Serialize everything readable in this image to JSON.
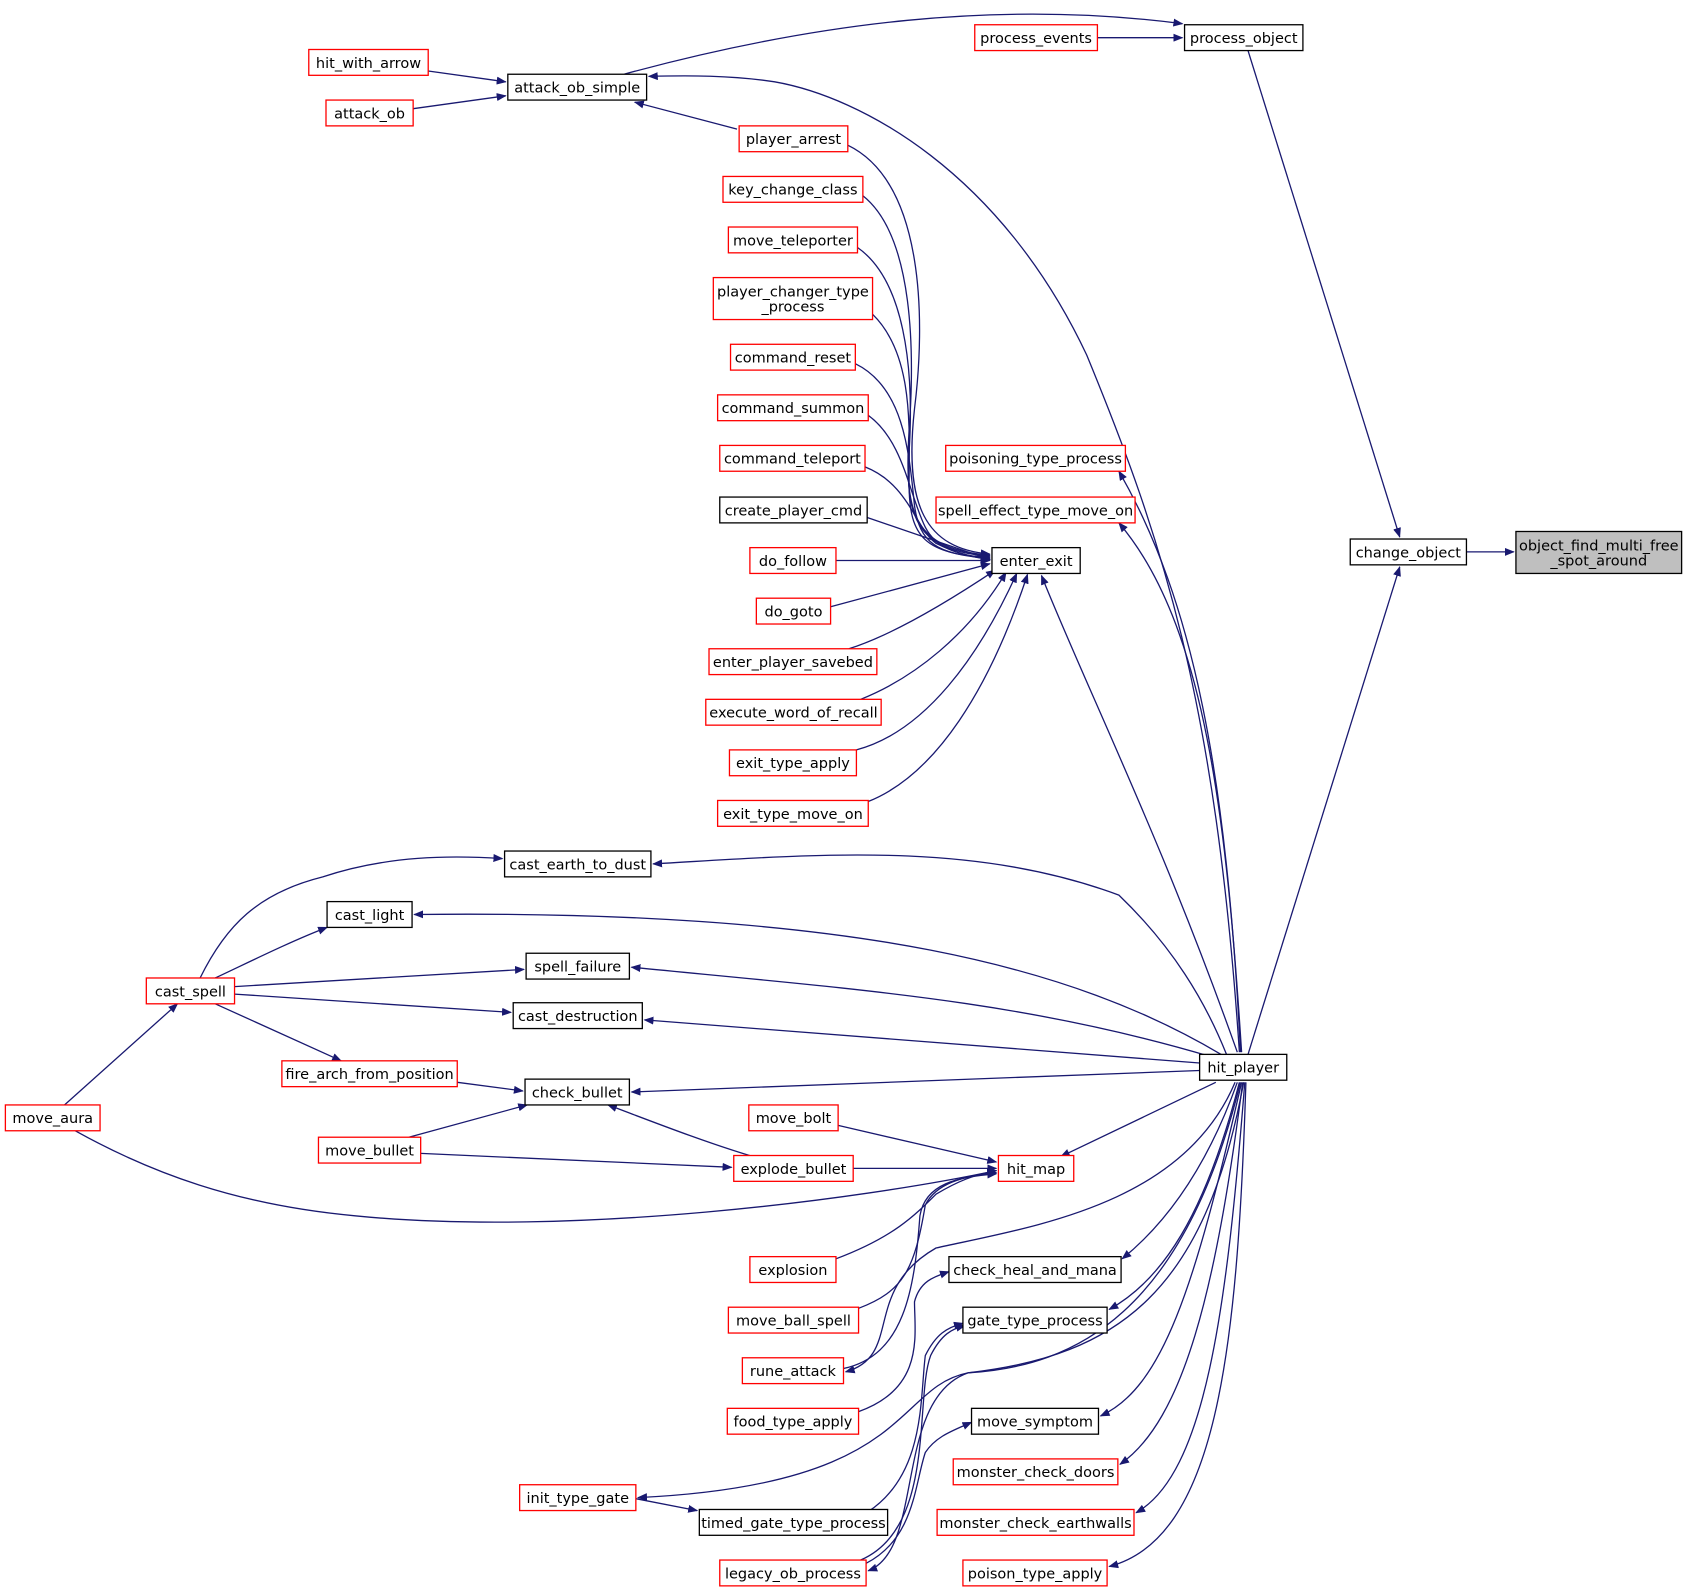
{
  "colors": {
    "edge": "#191970",
    "border_documented": "#000000",
    "border_undocumented": "#ff0000",
    "root_fill": "#bfbfbf",
    "node_fill": "#ffffff"
  },
  "nodes": {
    "root": {
      "lines": [
        "object_find_multi_free",
        "_spot_around"
      ]
    },
    "change_object": {
      "lines": [
        "change_object"
      ]
    },
    "process_object": {
      "lines": [
        "process_object"
      ]
    },
    "process_events": {
      "lines": [
        "process_events"
      ]
    },
    "hit_player": {
      "lines": [
        "hit_player"
      ]
    },
    "attack_ob_simple": {
      "lines": [
        "attack_ob_simple"
      ]
    },
    "hit_with_arrow": {
      "lines": [
        "hit_with_arrow"
      ]
    },
    "attack_ob": {
      "lines": [
        "attack_ob"
      ]
    },
    "player_arrest": {
      "lines": [
        "player_arrest"
      ]
    },
    "key_change_class": {
      "lines": [
        "key_change_class"
      ]
    },
    "move_teleporter": {
      "lines": [
        "move_teleporter"
      ]
    },
    "player_changer_type_process": {
      "lines": [
        "player_changer_type",
        "_process"
      ]
    },
    "command_reset": {
      "lines": [
        "command_reset"
      ]
    },
    "command_summon": {
      "lines": [
        "command_summon"
      ]
    },
    "command_teleport": {
      "lines": [
        "command_teleport"
      ]
    },
    "create_player_cmd": {
      "lines": [
        "create_player_cmd"
      ]
    },
    "do_follow": {
      "lines": [
        "do_follow"
      ]
    },
    "do_goto": {
      "lines": [
        "do_goto"
      ]
    },
    "enter_player_savebed": {
      "lines": [
        "enter_player_savebed"
      ]
    },
    "execute_word_of_recall": {
      "lines": [
        "execute_word_of_recall"
      ]
    },
    "exit_type_apply": {
      "lines": [
        "exit_type_apply"
      ]
    },
    "exit_type_move_on": {
      "lines": [
        "exit_type_move_on"
      ]
    },
    "enter_exit": {
      "lines": [
        "enter_exit"
      ]
    },
    "poisoning_type_process": {
      "lines": [
        "poisoning_type_process"
      ]
    },
    "spell_effect_type_move_on": {
      "lines": [
        "spell_effect_type_move_on"
      ]
    },
    "cast_earth_to_dust": {
      "lines": [
        "cast_earth_to_dust"
      ]
    },
    "cast_light": {
      "lines": [
        "cast_light"
      ]
    },
    "spell_failure": {
      "lines": [
        "spell_failure"
      ]
    },
    "cast_spell": {
      "lines": [
        "cast_spell"
      ]
    },
    "cast_destruction": {
      "lines": [
        "cast_destruction"
      ]
    },
    "fire_arch_from_position": {
      "lines": [
        "fire_arch_from_position"
      ]
    },
    "check_bullet": {
      "lines": [
        "check_bullet"
      ]
    },
    "move_aura": {
      "lines": [
        "move_aura"
      ]
    },
    "move_bullet": {
      "lines": [
        "move_bullet"
      ]
    },
    "move_bolt": {
      "lines": [
        "move_bolt"
      ]
    },
    "explode_bullet": {
      "lines": [
        "explode_bullet"
      ]
    },
    "hit_map": {
      "lines": [
        "hit_map"
      ]
    },
    "explosion": {
      "lines": [
        "explosion"
      ]
    },
    "move_ball_spell": {
      "lines": [
        "move_ball_spell"
      ]
    },
    "rune_attack": {
      "lines": [
        "rune_attack"
      ]
    },
    "check_heal_and_mana": {
      "lines": [
        "check_heal_and_mana"
      ]
    },
    "gate_type_process": {
      "lines": [
        "gate_type_process"
      ]
    },
    "food_type_apply": {
      "lines": [
        "food_type_apply"
      ]
    },
    "move_symptom": {
      "lines": [
        "move_symptom"
      ]
    },
    "monster_check_doors": {
      "lines": [
        "monster_check_doors"
      ]
    },
    "init_type_gate": {
      "lines": [
        "init_type_gate"
      ]
    },
    "timed_gate_type_process": {
      "lines": [
        "timed_gate_type_process"
      ]
    },
    "monster_check_earthwalls": {
      "lines": [
        "monster_check_earthwalls"
      ]
    },
    "legacy_ob_process": {
      "lines": [
        "legacy_ob_process"
      ]
    },
    "poison_type_apply": {
      "lines": [
        "poison_type_apply"
      ]
    }
  }
}
